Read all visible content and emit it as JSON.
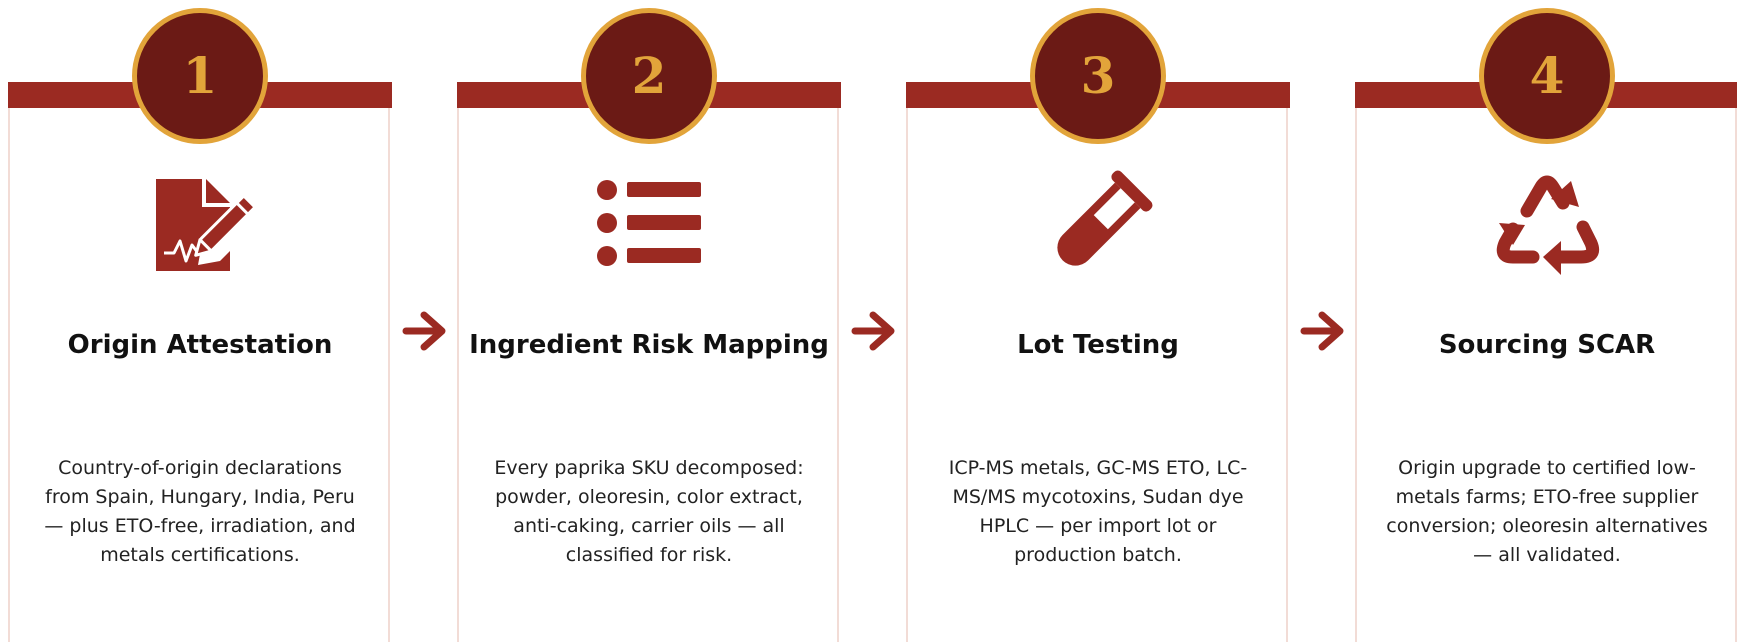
{
  "colors": {
    "bar": "#9b2a22",
    "badge_fill": "#6b1a15",
    "badge_ring": "#e2a43a",
    "icon": "#9b2a22",
    "panel_border": "#f2dcd6"
  },
  "steps": [
    {
      "number": "1",
      "icon": "signed-document-icon",
      "title": "Origin Attestation",
      "description": "Country-of-origin declarations from Spain, Hungary, India, Peru — plus ETO-free, irradiation, and metals certifications."
    },
    {
      "number": "2",
      "icon": "list-icon",
      "title": "Ingredient Risk Mapping",
      "description": "Every paprika SKU decomposed: powder, oleoresin, color extract, anti-caking, carrier oils — all classified for risk."
    },
    {
      "number": "3",
      "icon": "test-tube-icon",
      "title": "Lot Testing",
      "description": "ICP-MS metals, GC-MS ETO, LC-MS/MS mycotoxins, Sudan dye HPLC — per import lot or production batch."
    },
    {
      "number": "4",
      "icon": "recycle-icon",
      "title": "Sourcing SCAR",
      "description": "Origin upgrade to certified low-metals farms; ETO-free supplier conversion; oleoresin alternatives — all validated."
    }
  ]
}
